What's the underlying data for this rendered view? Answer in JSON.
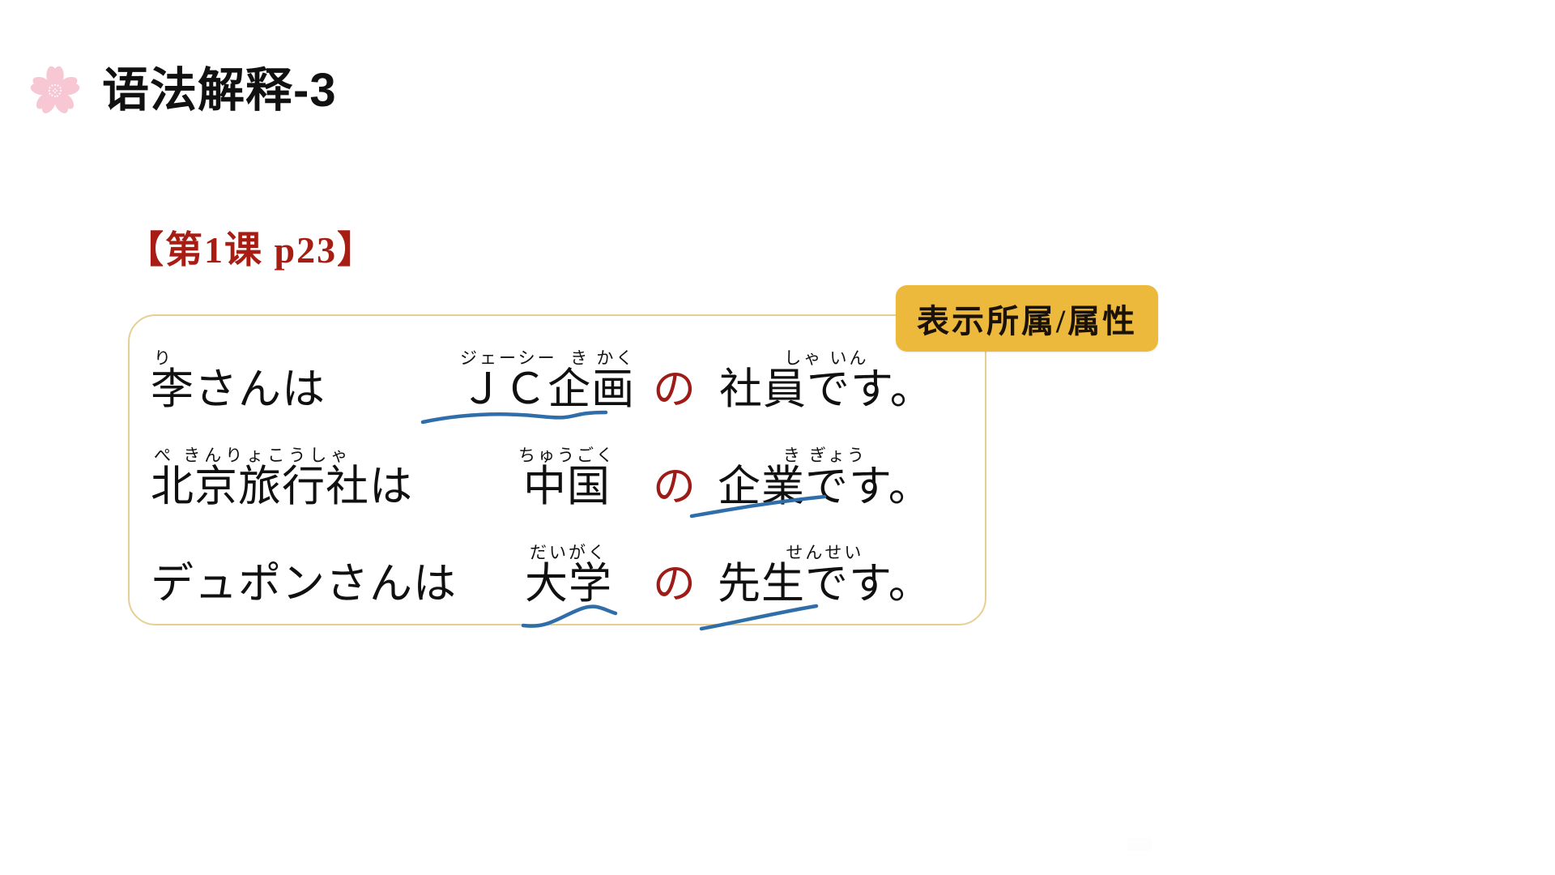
{
  "slide": {
    "title": "语法解释-3",
    "title_icon": "sakura-flower-icon",
    "lesson_tag": "【第1课  p23】"
  },
  "colors": {
    "title_text": "#111111",
    "lesson_tag_red": "#a81d13",
    "particle_red": "#9e1b17",
    "box_border": "#e6cf94",
    "callout_bg": "#edb93c",
    "callout_text": "#1a1208",
    "underline_blue": "#2f6ea8",
    "sakura_pink": "#f7c7d4",
    "background": "#ffffff"
  },
  "callout": {
    "label": "表示所属/属性"
  },
  "examples": [
    {
      "id": "example-1",
      "subject": {
        "furigana": "り",
        "base": "李さんは"
      },
      "modifier": {
        "furigana_a": "ジェーシー",
        "furigana_b": "き かく",
        "base": "ＪＣ企画"
      },
      "particle": "の",
      "predicate": {
        "furigana": "しゃ いん",
        "base": "社員です。"
      },
      "underline_target": "ＪＣ企画"
    },
    {
      "id": "example-2",
      "subject": {
        "furigana": "ぺ きんりょこうしゃ",
        "base": "北京旅行社は"
      },
      "modifier": {
        "furigana_a": "ちゅうごく",
        "furigana_b": "",
        "base": "中国"
      },
      "particle": "の",
      "predicate": {
        "furigana": "き ぎょう",
        "base": "企業です。"
      },
      "underline_target": "企業"
    },
    {
      "id": "example-3",
      "subject": {
        "furigana": "",
        "base": "デュポンさんは"
      },
      "modifier": {
        "furigana_a": "だいがく",
        "furigana_b": "",
        "base": "大学"
      },
      "particle": "の",
      "predicate": {
        "furigana": "せんせい",
        "base": "先生です。"
      },
      "underline_target": "大学 / 先生"
    }
  ]
}
